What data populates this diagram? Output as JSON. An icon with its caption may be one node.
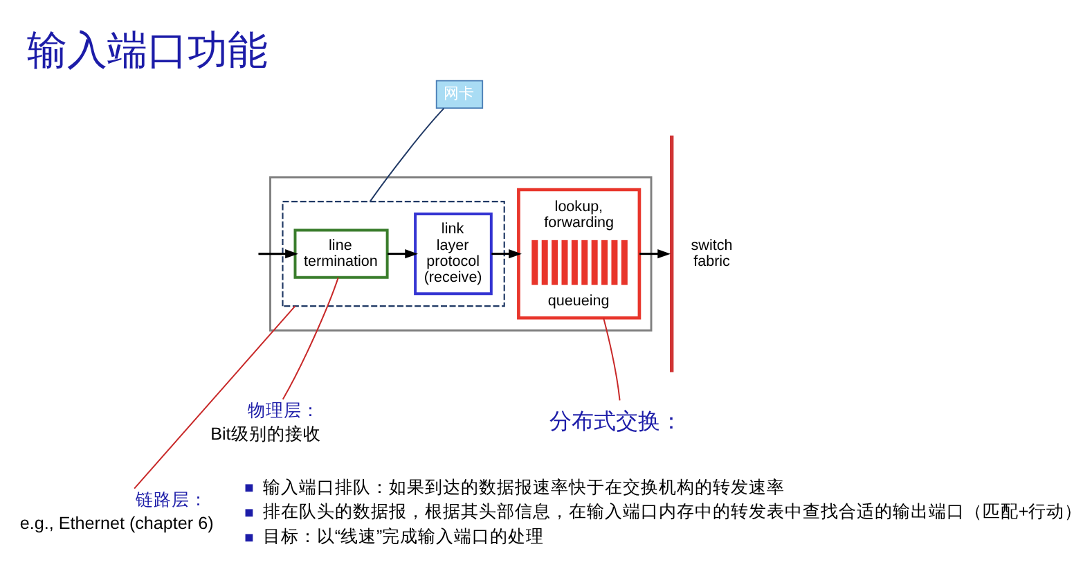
{
  "diagram": {
    "title": "输入端口功能",
    "nodes": [
      {
        "text": [
          "网卡"
        ]
      },
      {
        "text": [],
        "shape": "box"
      },
      {
        "text": [],
        "shape": "box",
        "in": 1
      },
      {
        "text": [
          "line termination"
        ],
        "in": 2
      },
      {
        "text": [
          "link layer protocol (receive)"
        ],
        "in": 2
      },
      {
        "text": [
          "lookup, forwarding",
          "queueing"
        ],
        "in": 1
      },
      {
        "text": [],
        "shape": "bar",
        "beside": [
          "switch fabric"
        ]
      },
      {
        "text": [
          "物理层：",
          "Bit级别的接收"
        ]
      },
      {
        "text": [
          "链路层：",
          "e.g., Ethernet (chapter 6)"
        ]
      },
      {
        "text": [
          "分布式交换："
        ]
      }
    ],
    "edges": [
      {
        "from": null,
        "to": 3,
        "arrow": "to"
      },
      {
        "from": 3,
        "to": 4,
        "arrow": "to"
      },
      {
        "from": 4,
        "to": 5,
        "arrow": "to"
      },
      {
        "from": 5,
        "to": 6,
        "arrow": "to"
      },
      {
        "from": 0,
        "to": 2,
        "arrow": "none",
        "color": "#1f3864"
      },
      {
        "from": 7,
        "to": 3,
        "arrow": "none",
        "color": "#c82828"
      },
      {
        "from": 8,
        "to": 2,
        "arrow": "none",
        "color": "#c82828"
      },
      {
        "from": 9,
        "to": 5,
        "arrow": "none",
        "color": "#c82828"
      }
    ],
    "labels": [
      "输入端口排队：如果到达的数据报速率快于在交换机构的转发速率",
      "排在队头的数据报，根据其头部信息，在输入端口内存中的转发表中查找合适的输出端口（匹配+行动）",
      "目标：以“线速”完成输入端口的处理"
    ]
  }
}
